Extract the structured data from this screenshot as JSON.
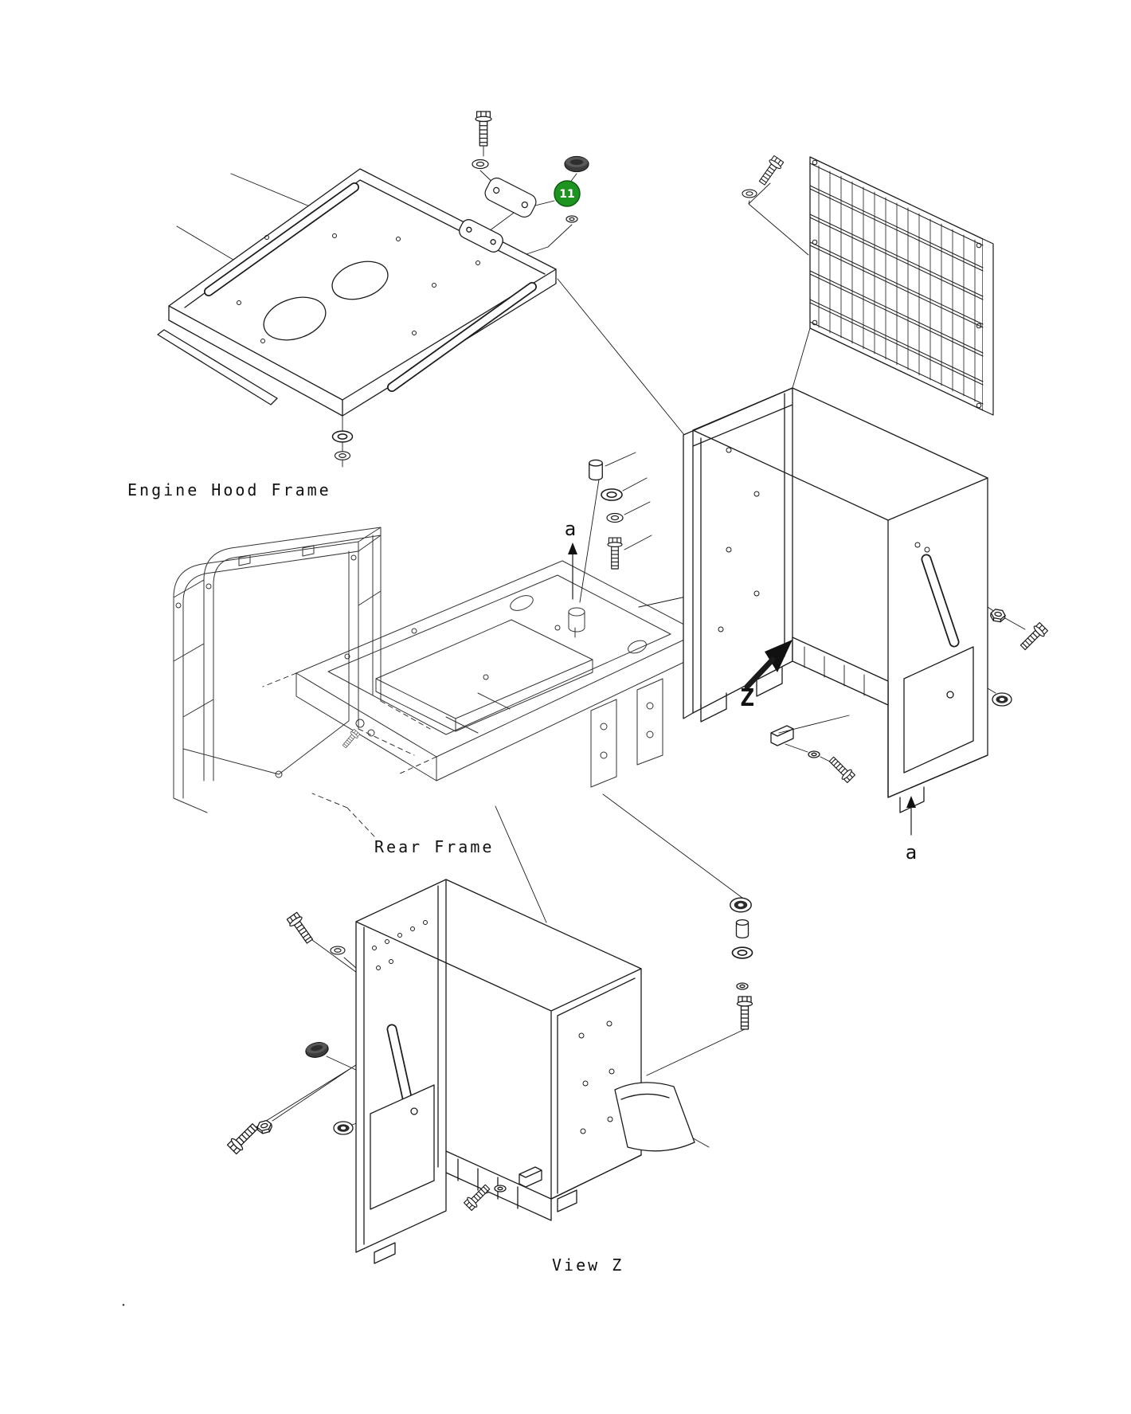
{
  "diagram": {
    "background_color": "#ffffff",
    "line_color": "#1b1b1b",
    "labels": {
      "engine_hood_frame": "Engine Hood Frame",
      "rear_frame": "Rear Frame",
      "view_z": "View Z",
      "z_arrow": "Z",
      "section_a_top": "a",
      "section_a_bottom": "a"
    },
    "callout": {
      "number": "11",
      "fill": "#1e9420",
      "text_color": "#ffffff"
    }
  }
}
